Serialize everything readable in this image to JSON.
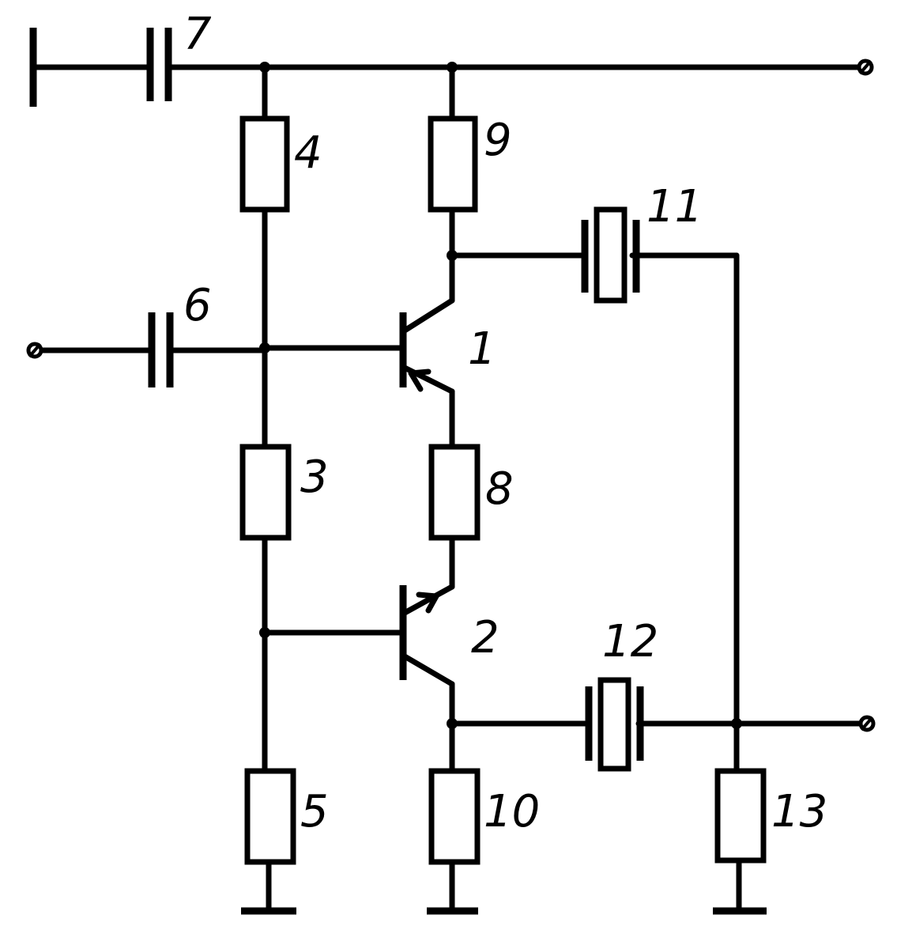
{
  "components": {
    "transistor_1": "1",
    "transistor_2": "2",
    "resistor_3": "3",
    "resistor_4": "4",
    "resistor_5": "5",
    "capacitor_6": "6",
    "capacitor_7": "7",
    "resistor_8": "8",
    "resistor_9": "9",
    "resistor_10": "10",
    "crystal_11": "11",
    "crystal_12": "12",
    "resistor_13": "13"
  },
  "colors": {
    "ink": "#000000",
    "paper": "#ffffff"
  }
}
